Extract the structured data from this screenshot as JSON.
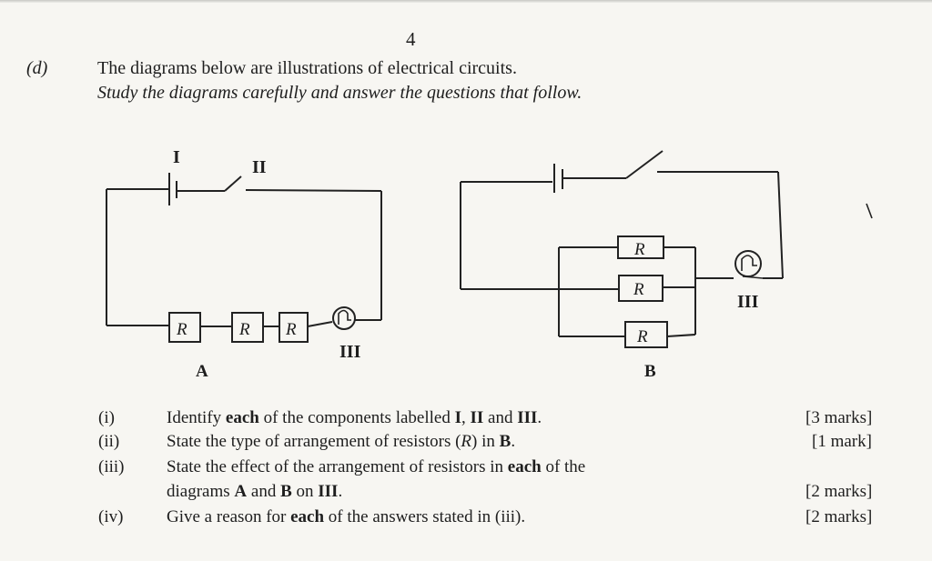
{
  "page_number": "4",
  "part_label": "(d)",
  "intro": {
    "line1": "The diagrams below are illustrations of electrical circuits.",
    "line2": "Study the diagrams carefully and answer the questions that follow."
  },
  "diagram_a": {
    "caption": "A",
    "label_cell": "I",
    "label_switch": "II",
    "label_bulb": "III",
    "resistors": [
      "R",
      "R",
      "R"
    ]
  },
  "diagram_b": {
    "caption": "B",
    "label_bulb": "III",
    "resistors": [
      "R",
      "R",
      "R"
    ]
  },
  "questions": [
    {
      "number": "(i)",
      "parts": [
        "Identify ",
        "each",
        " of the components labelled ",
        "I",
        ", ",
        "II",
        " and ",
        "III",
        "."
      ],
      "marks": "[3 marks]"
    },
    {
      "number": "(ii)",
      "parts": [
        "State the type of arrangement of resistors (",
        "R",
        ") in ",
        "B",
        "."
      ],
      "marks": "[1 mark]"
    },
    {
      "number": "(iii)",
      "line1_parts": [
        "State the effect of the arrangement of resistors in ",
        "each",
        " of the"
      ],
      "line2_parts": [
        "diagrams ",
        "A",
        " and ",
        "B",
        " on ",
        "III",
        "."
      ],
      "marks": "[2 marks]"
    },
    {
      "number": "(iv)",
      "parts": [
        "Give a reason for ",
        "each",
        " of the answers stated in (iii)."
      ],
      "marks": "[2 marks]"
    }
  ]
}
